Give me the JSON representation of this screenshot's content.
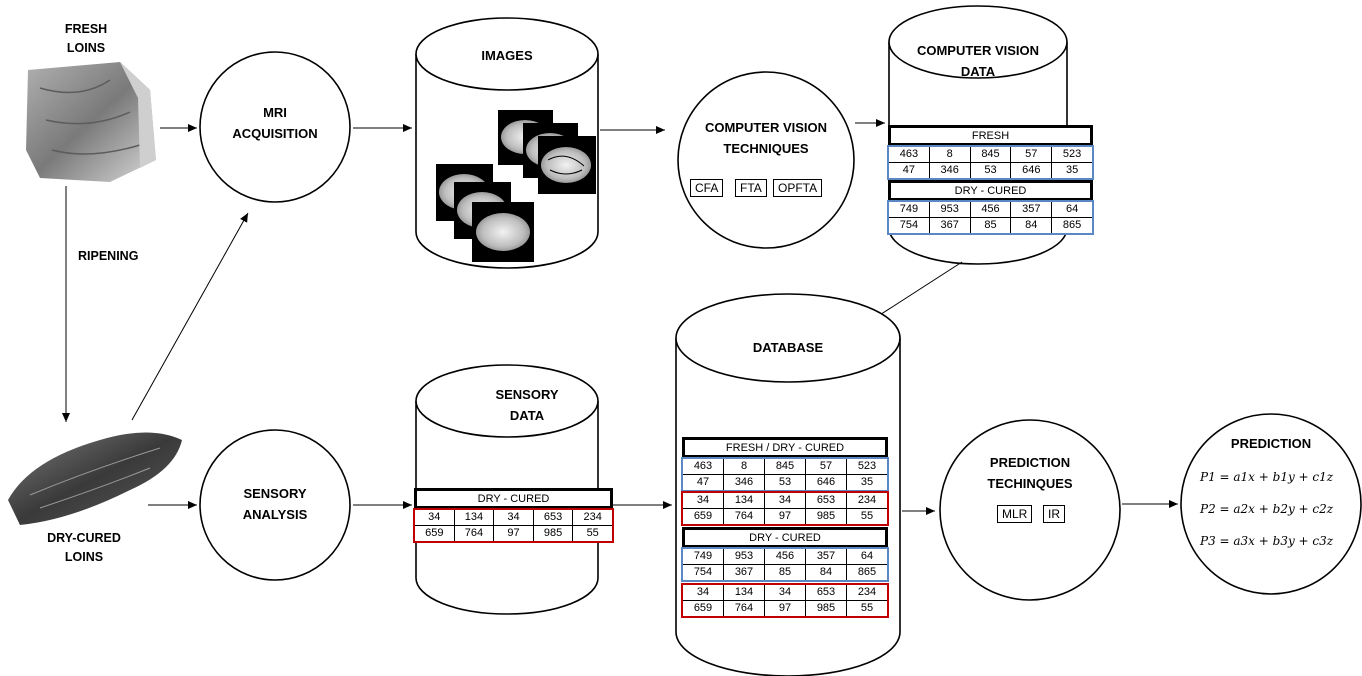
{
  "samples": {
    "fresh_label_1": "FRESH",
    "fresh_label_2": "LOINS",
    "cured_label_1": "DRY-CURED",
    "cured_label_2": "LOINS",
    "ripening": "RIPENING"
  },
  "nodes": {
    "mri_1": "MRI",
    "mri_2": "ACQUISITION",
    "sensory_1": "SENSORY",
    "sensory_2": "ANALYSIS",
    "images": "IMAGES",
    "cv_tech_1": "COMPUTER VISION",
    "cv_tech_2": "TECHNIQUES",
    "cv_data_1": "COMPUTER VISION",
    "cv_data_2": "DATA",
    "sensory_data_1": "SENSORY",
    "sensory_data_2": "DATA",
    "database": "DATABASE",
    "pred_tech_1": "PREDICTION",
    "pred_tech_2": "TECHINQUES",
    "prediction": "PREDICTION"
  },
  "cv_methods": [
    "CFA",
    "FTA",
    "OPFTA"
  ],
  "pred_methods": [
    "MLR",
    "IR"
  ],
  "tables": {
    "fresh_header": "FRESH",
    "drycured_header": "DRY - CURED",
    "combined_header": "FRESH / DRY - CURED",
    "fresh_rows": [
      [
        "463",
        "8",
        "845",
        "57",
        "523"
      ],
      [
        "47",
        "346",
        "53",
        "646",
        "35"
      ]
    ],
    "drycured_rows": [
      [
        "749",
        "953",
        "456",
        "357",
        "64"
      ],
      [
        "754",
        "367",
        "85",
        "84",
        "865"
      ]
    ],
    "sensory_rows": [
      [
        "34",
        "134",
        "34",
        "653",
        "234"
      ],
      [
        "659",
        "764",
        "97",
        "985",
        "55"
      ]
    ]
  },
  "equations": [
    "P1 = a1x + b1y + c1z",
    "P2 = a2x + b2y + c2z",
    "P3 = a3x + b3y + c3z"
  ],
  "colors": {
    "line": "#000000",
    "mri_table_border": "#5b87c5",
    "sensory_table_border": "#c00000"
  }
}
